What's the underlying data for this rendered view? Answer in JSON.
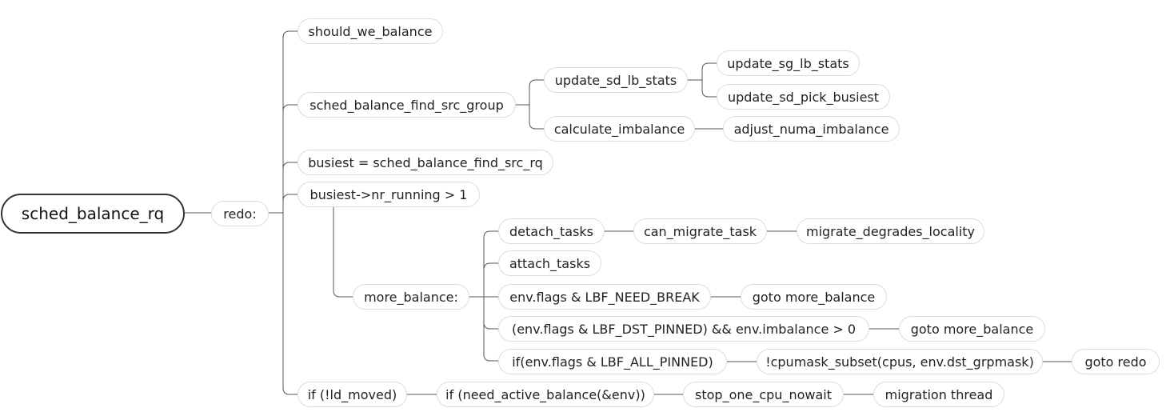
{
  "diagram": {
    "root": "sched_balance_rq",
    "nodes": {
      "root": "sched_balance_rq",
      "redo": "redo:",
      "should_we_balance": "should_we_balance",
      "find_src_group": "sched_balance_find_src_group",
      "update_sd_lb_stats": "update_sd_lb_stats",
      "update_sg_lb_stats": "update_sg_lb_stats",
      "update_sd_pick_busiest": "update_sd_pick_busiest",
      "calculate_imbalance": "calculate_imbalance",
      "adjust_numa_imbalance": "adjust_numa_imbalance",
      "busiest_find_src_rq": "busiest = sched_balance_find_src_rq",
      "busiest_nr_running": "busiest->nr_running > 1",
      "more_balance": "more_balance:",
      "detach_tasks": "detach_tasks",
      "can_migrate_task": "can_migrate_task",
      "migrate_degrades_locality": "migrate_degrades_locality",
      "attach_tasks": "attach_tasks",
      "need_break": "env.flags & LBF_NEED_BREAK",
      "goto_more_balance_1": "goto more_balance",
      "dst_pinned": "(env.flags & LBF_DST_PINNED) && env.imbalance > 0",
      "goto_more_balance_2": "goto more_balance",
      "all_pinned": "if(env.flags & LBF_ALL_PINNED)",
      "cpumask_subset": "!cpumask_subset(cpus, env.dst_grpmask)",
      "goto_redo": "goto redo",
      "if_not_ld_moved": "if (!ld_moved)",
      "need_active_balance": "if (need_active_balance(&env))",
      "stop_one_cpu_nowait": "stop_one_cpu_nowait",
      "migration_thread": "migration thread"
    },
    "edges": [
      [
        "root",
        "redo"
      ],
      [
        "redo",
        "should_we_balance"
      ],
      [
        "redo",
        "find_src_group"
      ],
      [
        "find_src_group",
        "update_sd_lb_stats"
      ],
      [
        "update_sd_lb_stats",
        "update_sg_lb_stats"
      ],
      [
        "update_sd_lb_stats",
        "update_sd_pick_busiest"
      ],
      [
        "find_src_group",
        "calculate_imbalance"
      ],
      [
        "calculate_imbalance",
        "adjust_numa_imbalance"
      ],
      [
        "redo",
        "busiest_find_src_rq"
      ],
      [
        "redo",
        "busiest_nr_running"
      ],
      [
        "busiest_nr_running",
        "more_balance"
      ],
      [
        "more_balance",
        "detach_tasks"
      ],
      [
        "detach_tasks",
        "can_migrate_task"
      ],
      [
        "can_migrate_task",
        "migrate_degrades_locality"
      ],
      [
        "more_balance",
        "attach_tasks"
      ],
      [
        "more_balance",
        "need_break"
      ],
      [
        "need_break",
        "goto_more_balance_1"
      ],
      [
        "more_balance",
        "dst_pinned"
      ],
      [
        "dst_pinned",
        "goto_more_balance_2"
      ],
      [
        "more_balance",
        "all_pinned"
      ],
      [
        "all_pinned",
        "cpumask_subset"
      ],
      [
        "cpumask_subset",
        "goto_redo"
      ],
      [
        "redo",
        "if_not_ld_moved"
      ],
      [
        "if_not_ld_moved",
        "need_active_balance"
      ],
      [
        "need_active_balance",
        "stop_one_cpu_nowait"
      ],
      [
        "stop_one_cpu_nowait",
        "migration_thread"
      ]
    ]
  }
}
